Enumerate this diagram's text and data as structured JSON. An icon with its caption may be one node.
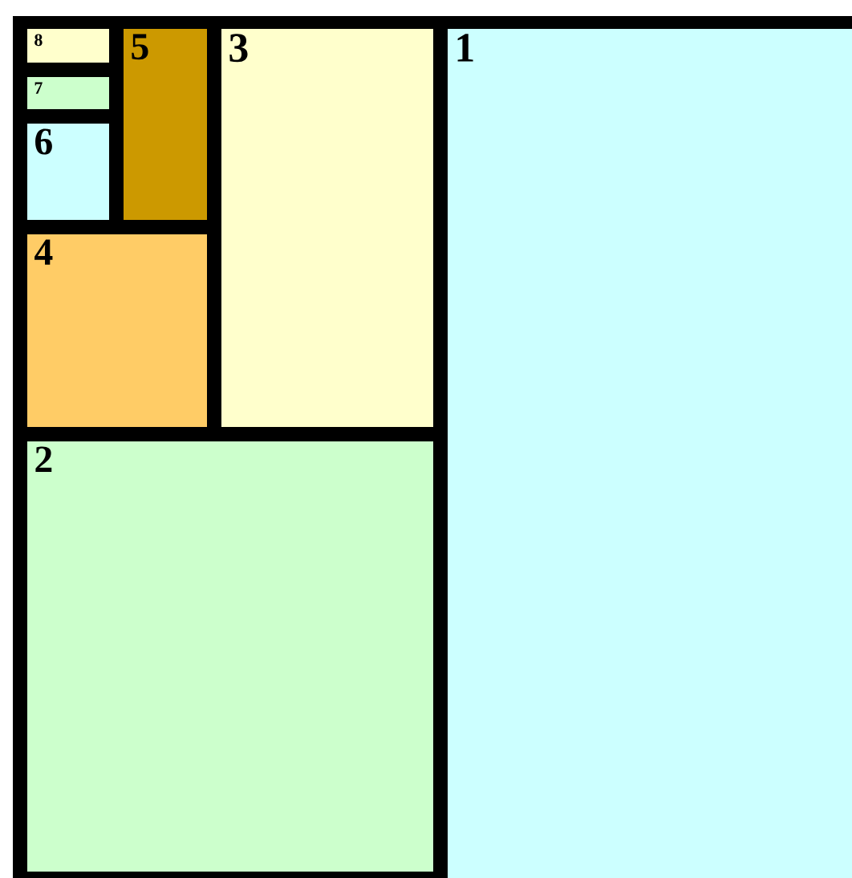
{
  "diagram": {
    "nodes": [
      {
        "text": [
          "8"
        ]
      },
      {
        "text": [
          "5"
        ]
      },
      {
        "text": [
          "3"
        ]
      },
      {
        "text": [
          "1"
        ]
      },
      {
        "text": [
          "7"
        ]
      },
      {
        "text": [
          "6"
        ]
      },
      {
        "text": [
          "4"
        ]
      },
      {
        "text": [
          "2"
        ]
      }
    ]
  }
}
